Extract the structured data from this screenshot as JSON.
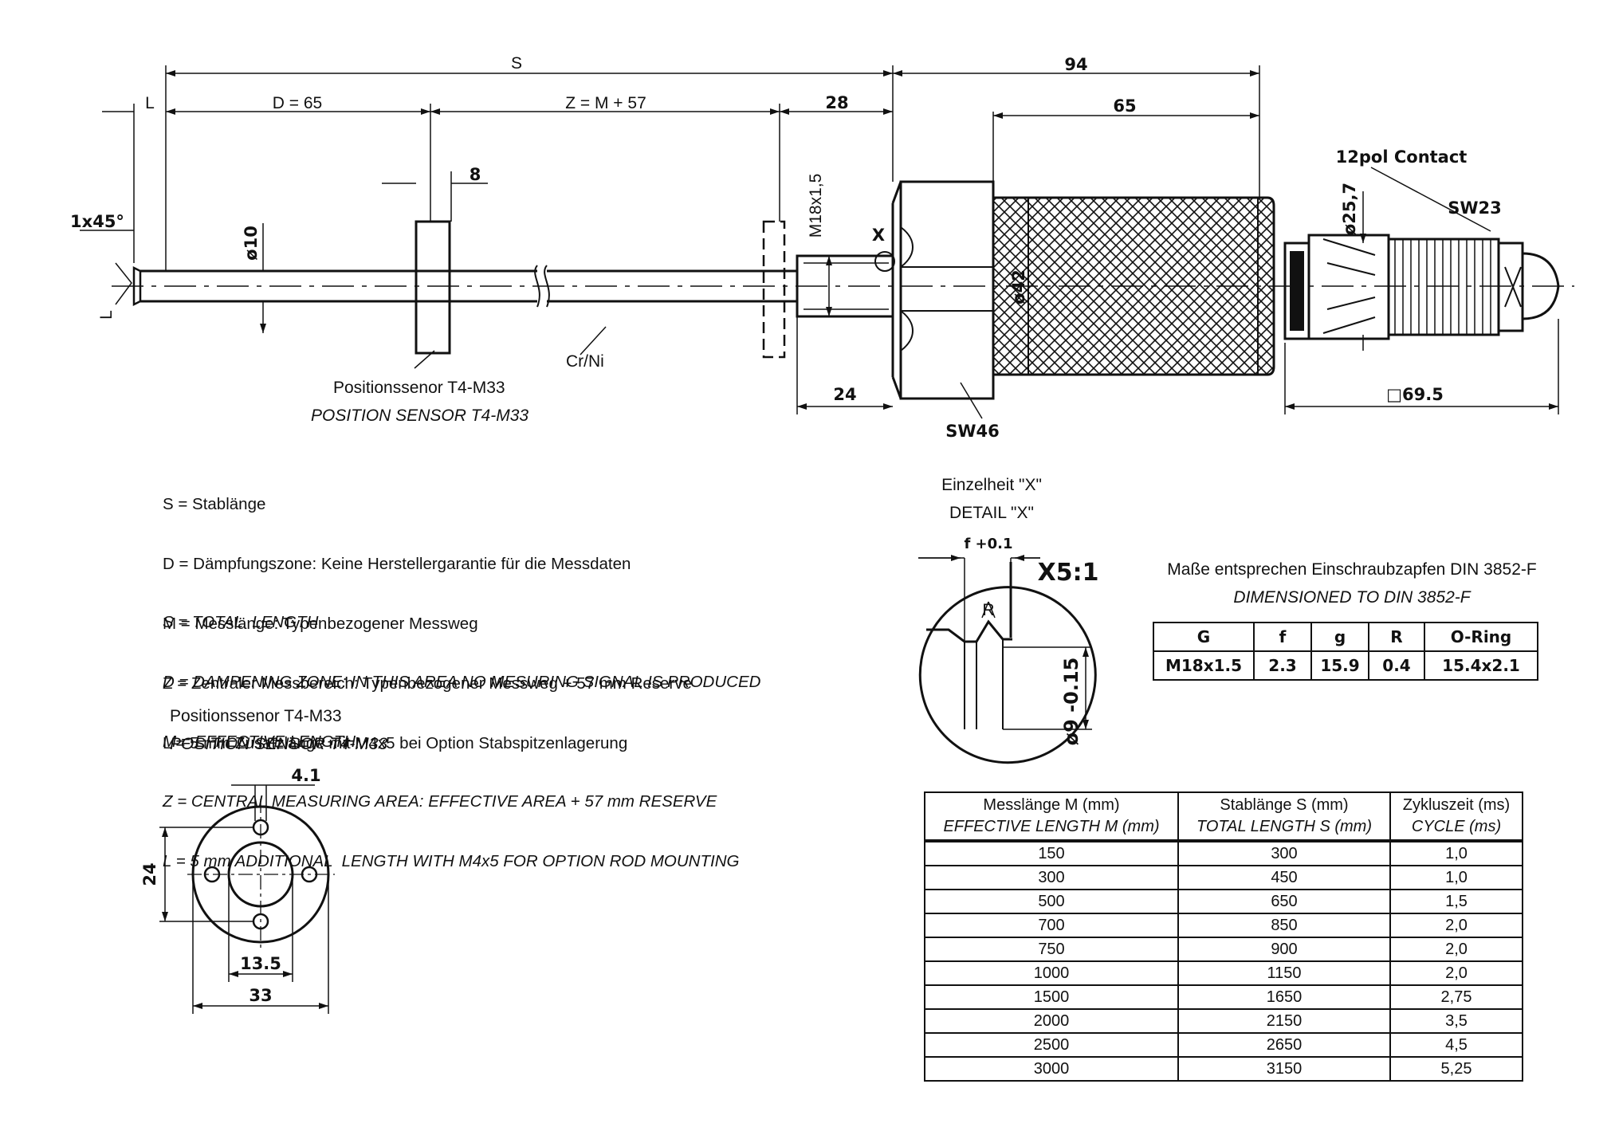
{
  "main_view": {
    "dims": {
      "S": "S",
      "L_top": "L",
      "D": "D = 65",
      "Z": "Z = M + 57",
      "d28": "28",
      "d94": "94",
      "d65": "65",
      "d8": "8",
      "chamfer": "1x45°",
      "phi10": "ø10",
      "thread": "M18x1,5",
      "x_mark": "X",
      "phi42": "ø42",
      "phi25_7": "ø25,7",
      "sw23": "SW23",
      "d24": "24",
      "sw46": "SW46",
      "sq69_5": "□69.5",
      "L_side": "L",
      "contact": "12pol Contact",
      "crni": "Cr/Ni"
    },
    "sensor_label_de": "Positionssenor T4-M33",
    "sensor_label_en": "POSITION SENSOR T4-M33"
  },
  "legend_de": [
    "S = Stablänge",
    "D = Dämpfungszone: Keine Herstellergarantie für die Messdaten",
    "M = Messlänge: Typenbezogener Messweg",
    "Z = Zentraler Messbereich: Typenbezogener Messweg + 57 mm Reserve",
    "L = 5 mm Zusatzlänge mit M4x5 bei Option Stabspitzenlagerung"
  ],
  "legend_en": [
    "S = TOTAL  LENGTH",
    "D = DAMPENING ZONE: IN THIS AREA NO MESURING SIGNAL IS PRODUCED",
    "M = EFFECTIVE LENGTH",
    "Z = CENTRAL MEASURING AREA: EFFECTIVE AREA + 57 mm RESERVE",
    "L = 5 mm ADDITIONAL  LENGTH WITH M4x5 FOR OPTION ROD MOUNTING"
  ],
  "sensor_view": {
    "title_de": "Positionssenor T4-M33",
    "title_en": "POSITION SENSOR T4-M33",
    "d4_1": "4.1",
    "d24": "24",
    "d13_5": "13.5",
    "d33": "33"
  },
  "detail": {
    "title_de": "Einzelheit \"X\"",
    "title_en": "DETAIL \"X\"",
    "f_tol": "f +0.1",
    "scale": "X5:1",
    "R": "R",
    "phi9": "ø9 -0.15"
  },
  "din_table": {
    "note_de": "Maße entsprechen Einschraubzapfen DIN 3852-F",
    "note_en": "DIMENSIONED TO DIN 3852-F",
    "headers": [
      "G",
      "f",
      "g",
      "R",
      "O-Ring"
    ],
    "row": [
      "M18x1.5",
      "2.3",
      "15.9",
      "0.4",
      "15.4x2.1"
    ]
  },
  "length_table": {
    "headers": [
      {
        "de": "Messlänge M (mm)",
        "en": "EFFECTIVE LENGTH M (mm)"
      },
      {
        "de": "Stablänge S (mm)",
        "en": "TOTAL LENGTH S (mm)"
      },
      {
        "de": "Zykluszeit (ms)",
        "en": "CYCLE (ms)"
      }
    ],
    "rows": [
      [
        "150",
        "300",
        "1,0"
      ],
      [
        "300",
        "450",
        "1,0"
      ],
      [
        "500",
        "650",
        "1,5"
      ],
      [
        "700",
        "850",
        "2,0"
      ],
      [
        "750",
        "900",
        "2,0"
      ],
      [
        "1000",
        "1150",
        "2,0"
      ],
      [
        "1500",
        "1650",
        "2,75"
      ],
      [
        "2000",
        "2150",
        "3,5"
      ],
      [
        "2500",
        "2650",
        "4,5"
      ],
      [
        "3000",
        "3150",
        "5,25"
      ]
    ]
  }
}
